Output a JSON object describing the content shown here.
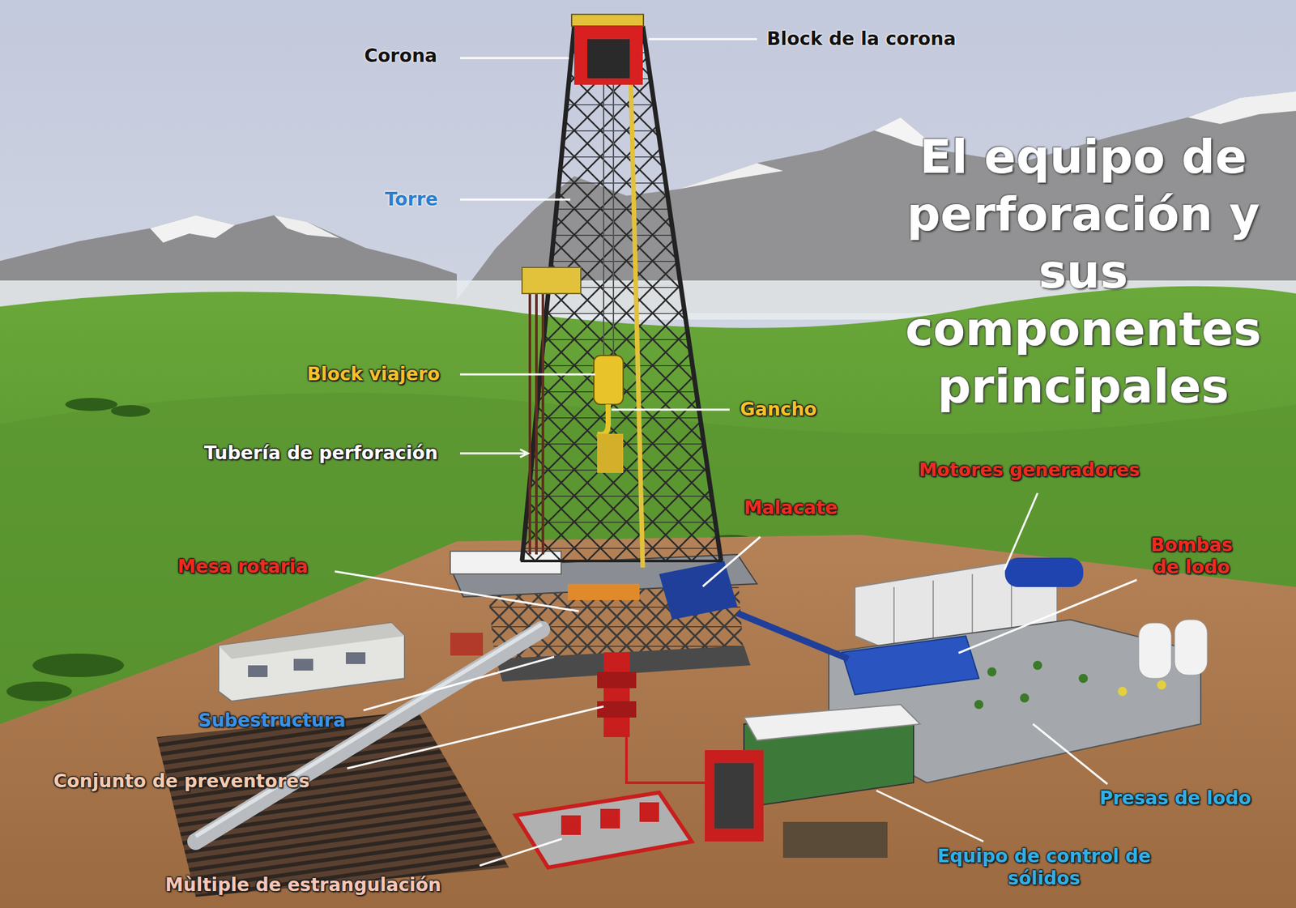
{
  "diagram": {
    "title": "El equipo de perforación y sus componentes principales",
    "labels": [
      "Corona",
      "Block de la corona",
      "Torre",
      "Block viajero",
      "Gancho",
      "Tubería de perforación",
      "Motores generadores",
      "Malacate",
      "Mesa rotaria",
      "Bombas de lodo",
      "Subestructura",
      "Conjunto de preventores",
      "Presas de lodo",
      "Equipo de control de sólidos",
      "Mùltiple de estrangulación"
    ]
  }
}
